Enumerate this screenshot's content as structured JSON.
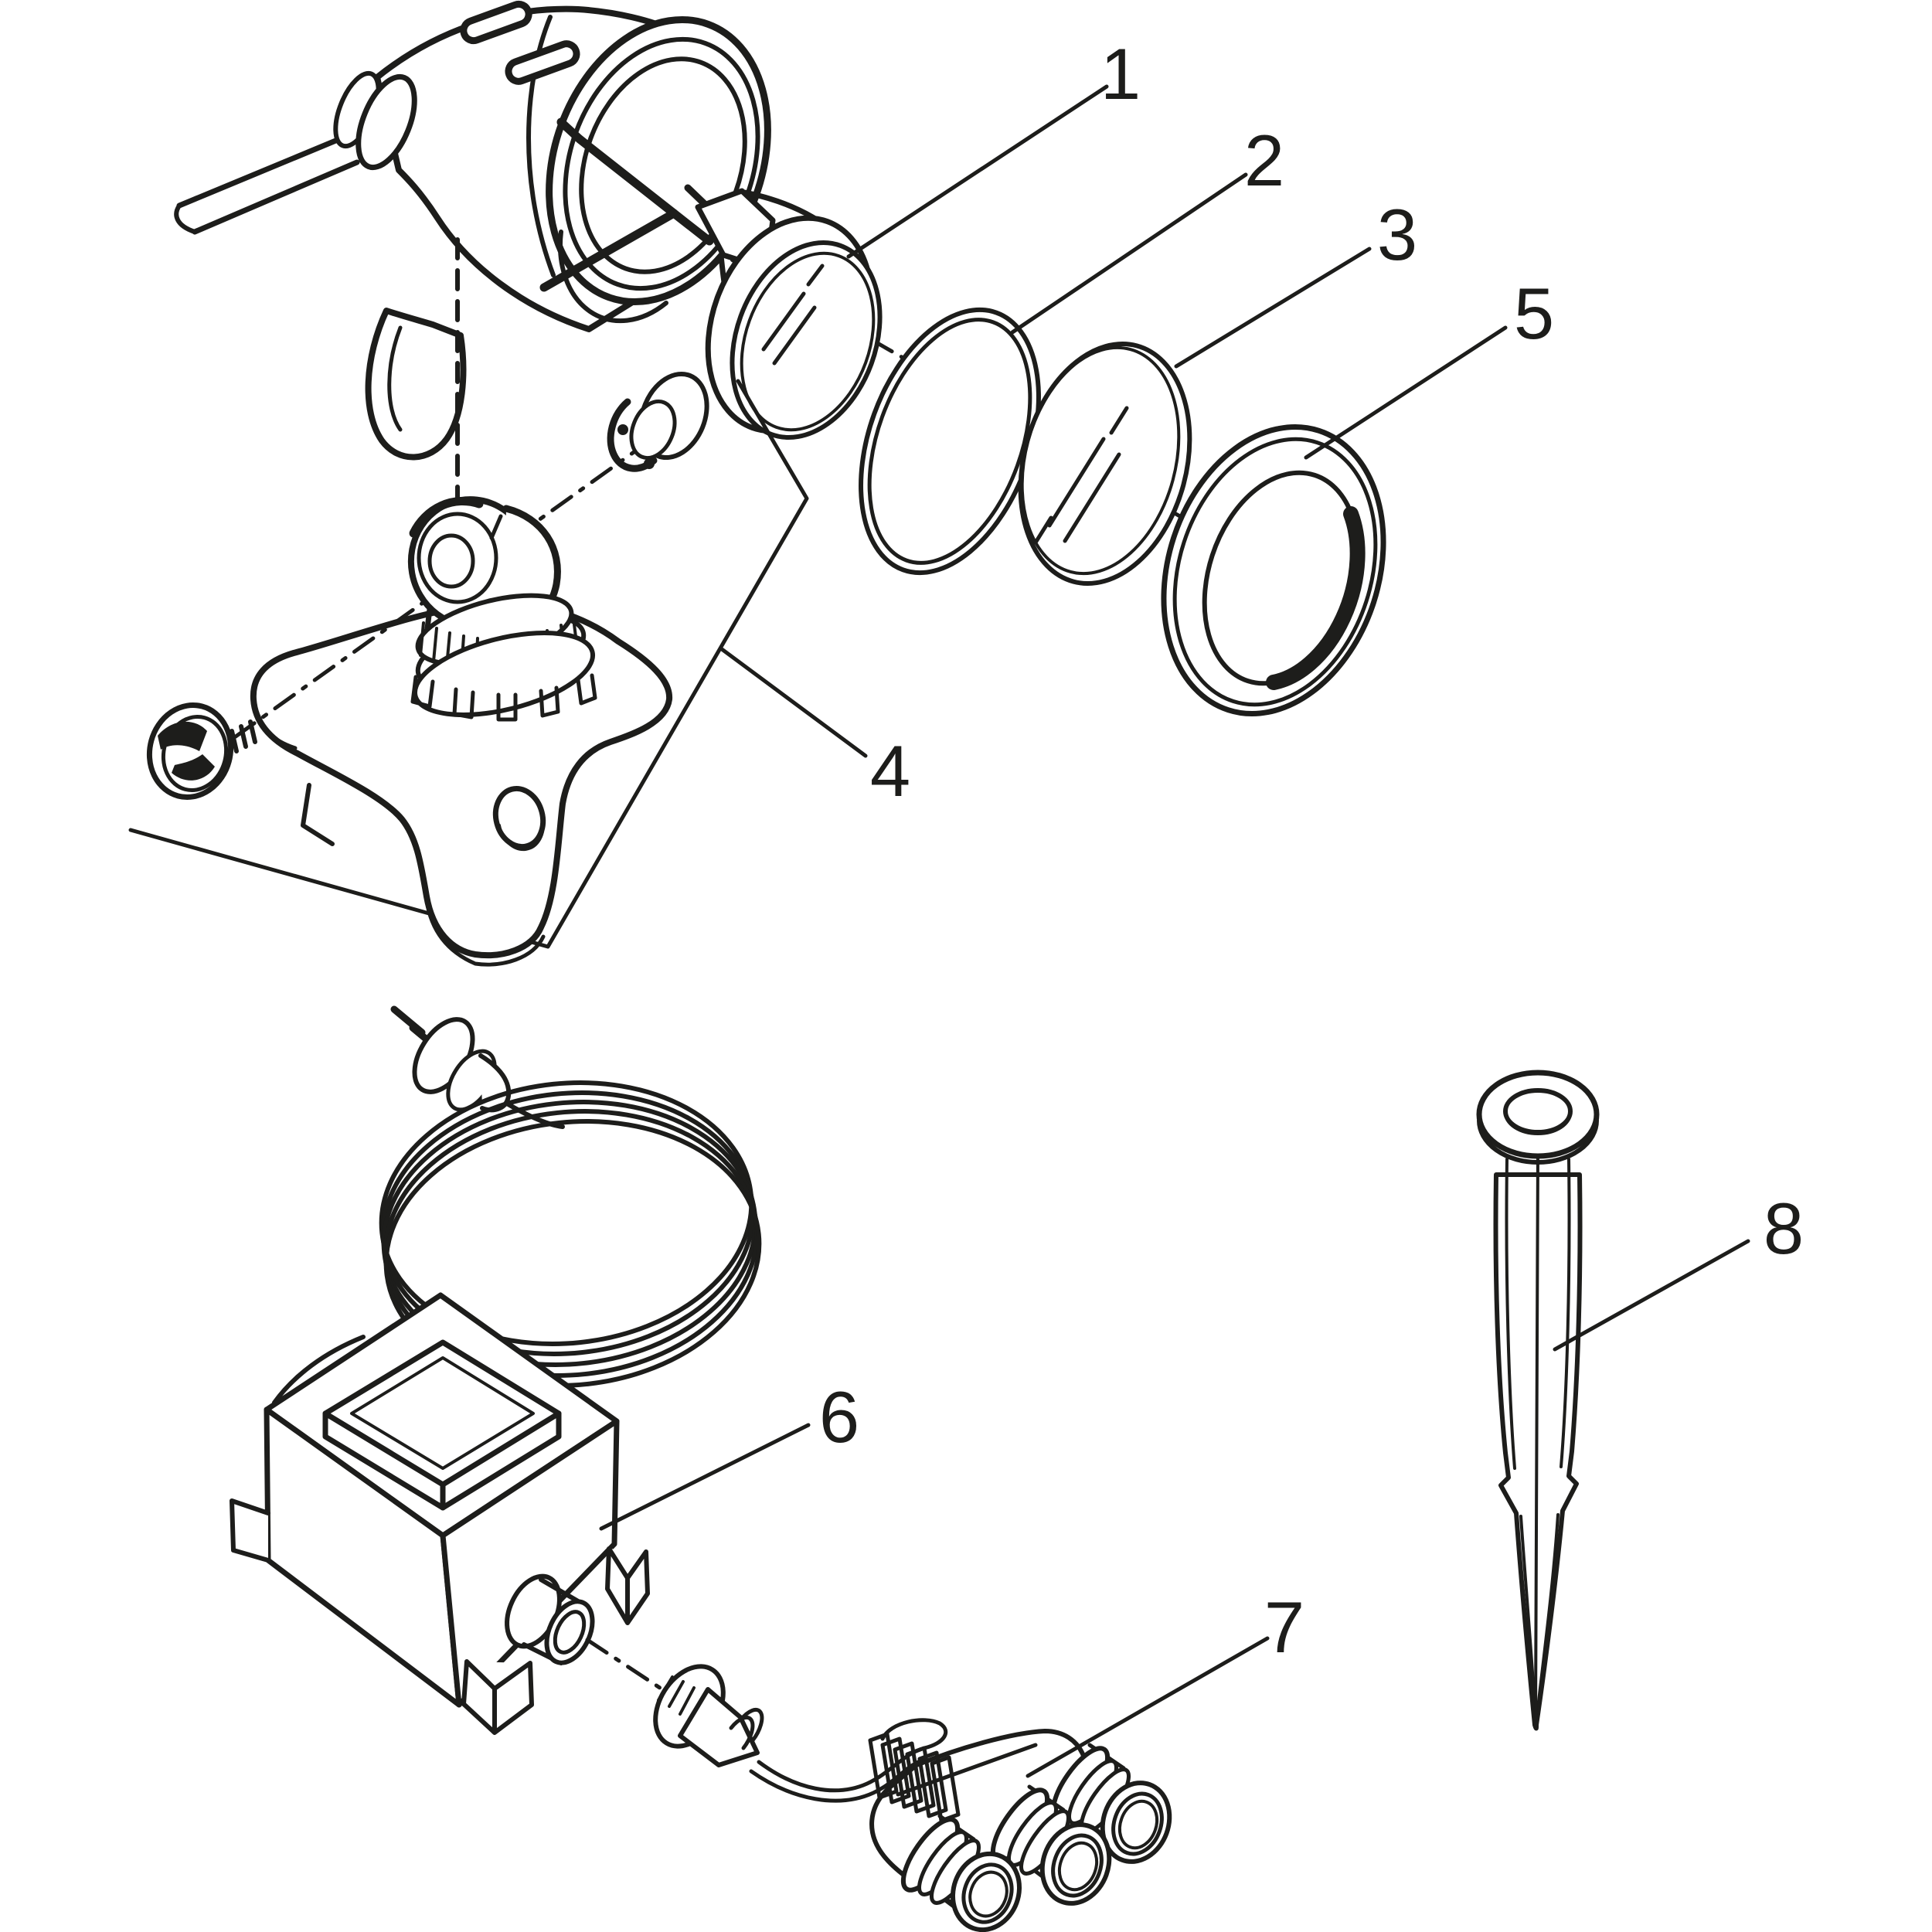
{
  "diagram": {
    "kind": "exploded-parts-line-drawing",
    "background_color": "#ffffff",
    "line_color": "#1d1d1b",
    "parts": [
      {
        "number": "1",
        "name": "reflector-lamp"
      },
      {
        "number": "2",
        "name": "o-ring"
      },
      {
        "number": "3",
        "name": "lens-glass"
      },
      {
        "number": "4",
        "name": "mounting-base-assembly"
      },
      {
        "number": "5",
        "name": "front-ring"
      },
      {
        "number": "6",
        "name": "transformer-with-mains-plug"
      },
      {
        "number": "7",
        "name": "three-way-distributor"
      },
      {
        "number": "8",
        "name": "ground-stake"
      }
    ]
  }
}
